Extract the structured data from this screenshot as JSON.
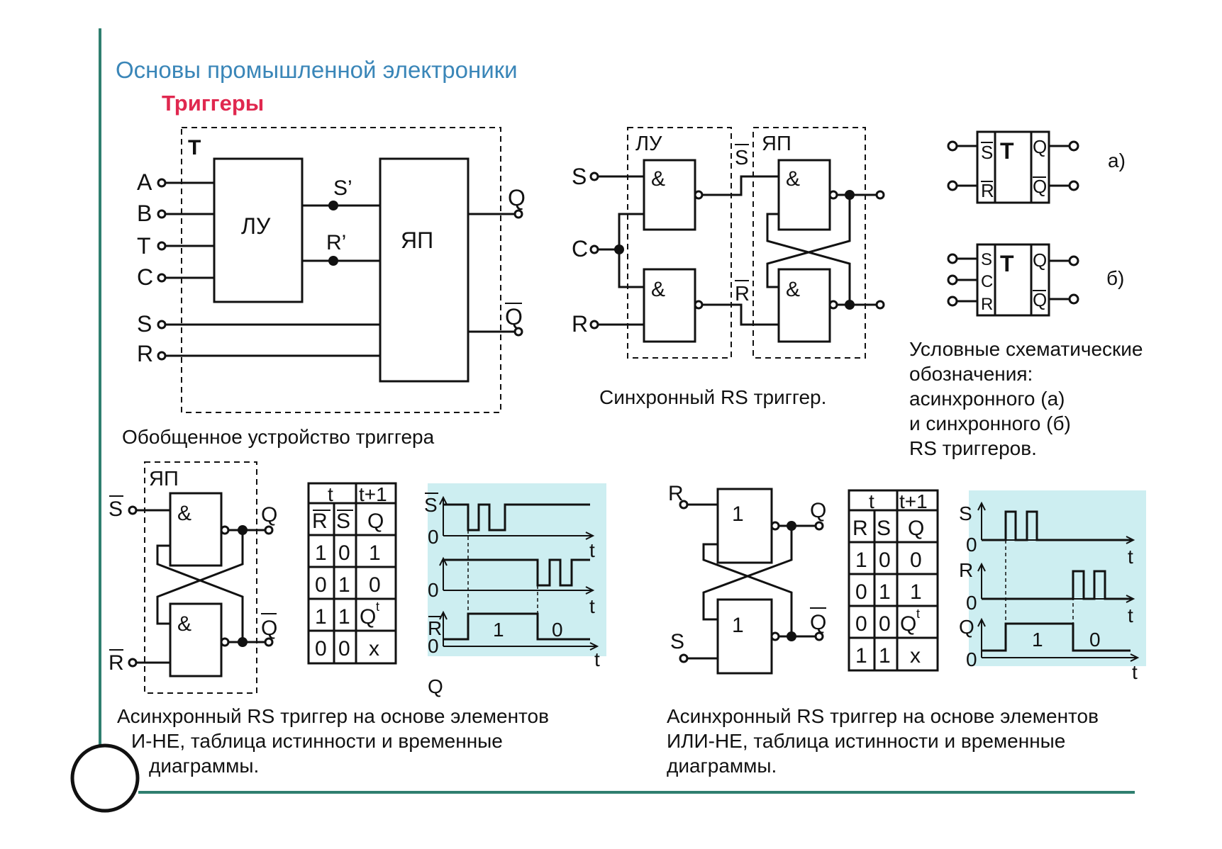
{
  "header": {
    "title": "Основы промышленной электроники",
    "subtitle": "Триггеры",
    "title_color": "#3a86b8",
    "subtitle_color": "#e0284f"
  },
  "general": {
    "outer_label": "T",
    "inputs": [
      "A",
      "B",
      "T",
      "C",
      "S",
      "R"
    ],
    "lu_label": "ЛУ",
    "yap_label": "ЯП",
    "s_prime": "S’",
    "r_prime": "R’",
    "out_q": "Q",
    "out_qbar": "Q",
    "caption": "Обобщенное устройство триггера"
  },
  "sync": {
    "lu_label": "ЛУ",
    "yap_label": "ЯП",
    "in_s": "S",
    "in_c": "C",
    "in_r": "R",
    "gate": "&",
    "sbar": "S",
    "rbar": "R",
    "caption": "Синхронный RS триггер."
  },
  "symbols": {
    "a_pins": [
      "S",
      "T",
      "Q",
      "R",
      "Q"
    ],
    "b_pins": [
      "S",
      "C",
      "R",
      "T",
      "Q",
      "Q"
    ],
    "label_a": "а)",
    "label_b": "б)",
    "caption_lines": [
      "Условные схематические",
      "обозначения:",
      "асинхронного (а)",
      "и синхронного (б)",
      "RS триггеров."
    ]
  },
  "nand": {
    "yap_label": "ЯП",
    "in_s": "S",
    "in_r": "R",
    "gate": "&",
    "out_q": "Q",
    "out_qbar": "Q",
    "table_header": [
      "t",
      "t+1"
    ],
    "table_sub": [
      "R",
      "S",
      "Q"
    ],
    "table_rows": [
      [
        "1",
        "0",
        "1"
      ],
      [
        "0",
        "1",
        "0"
      ],
      [
        "1",
        "1",
        "Q",
        "t"
      ],
      [
        "0",
        "0",
        "x"
      ]
    ],
    "diag_labels": {
      "s": "S",
      "r": "R",
      "zero": "0",
      "t": "t",
      "one": "1",
      "q_under": "Q"
    },
    "bg_color": "#cdeef1",
    "caption_lines": [
      "Асинхронный RS триггер на основе элементов",
      "И-НЕ, таблица истинности и временные",
      "диаграммы."
    ]
  },
  "nor": {
    "in_r": "R",
    "in_s": "S",
    "gate": "1",
    "out_q": "Q",
    "out_qbar": "Q",
    "table_header": [
      "t",
      "t+1"
    ],
    "table_sub": [
      "R",
      "S",
      "Q"
    ],
    "table_rows": [
      [
        "1",
        "0",
        "0"
      ],
      [
        "0",
        "1",
        "1"
      ],
      [
        "0",
        "0",
        "Q",
        "t"
      ],
      [
        "1",
        "1",
        "x"
      ]
    ],
    "diag_labels": {
      "s": "S",
      "r": "R",
      "q": "Q",
      "zero": "0",
      "t": "t",
      "one": "1"
    },
    "bg_color": "#cdeef1",
    "caption_lines": [
      "Асинхронный RS триггер на основе элементов",
      "ИЛИ-НЕ, таблица истинности и временные",
      "диаграммы."
    ]
  }
}
